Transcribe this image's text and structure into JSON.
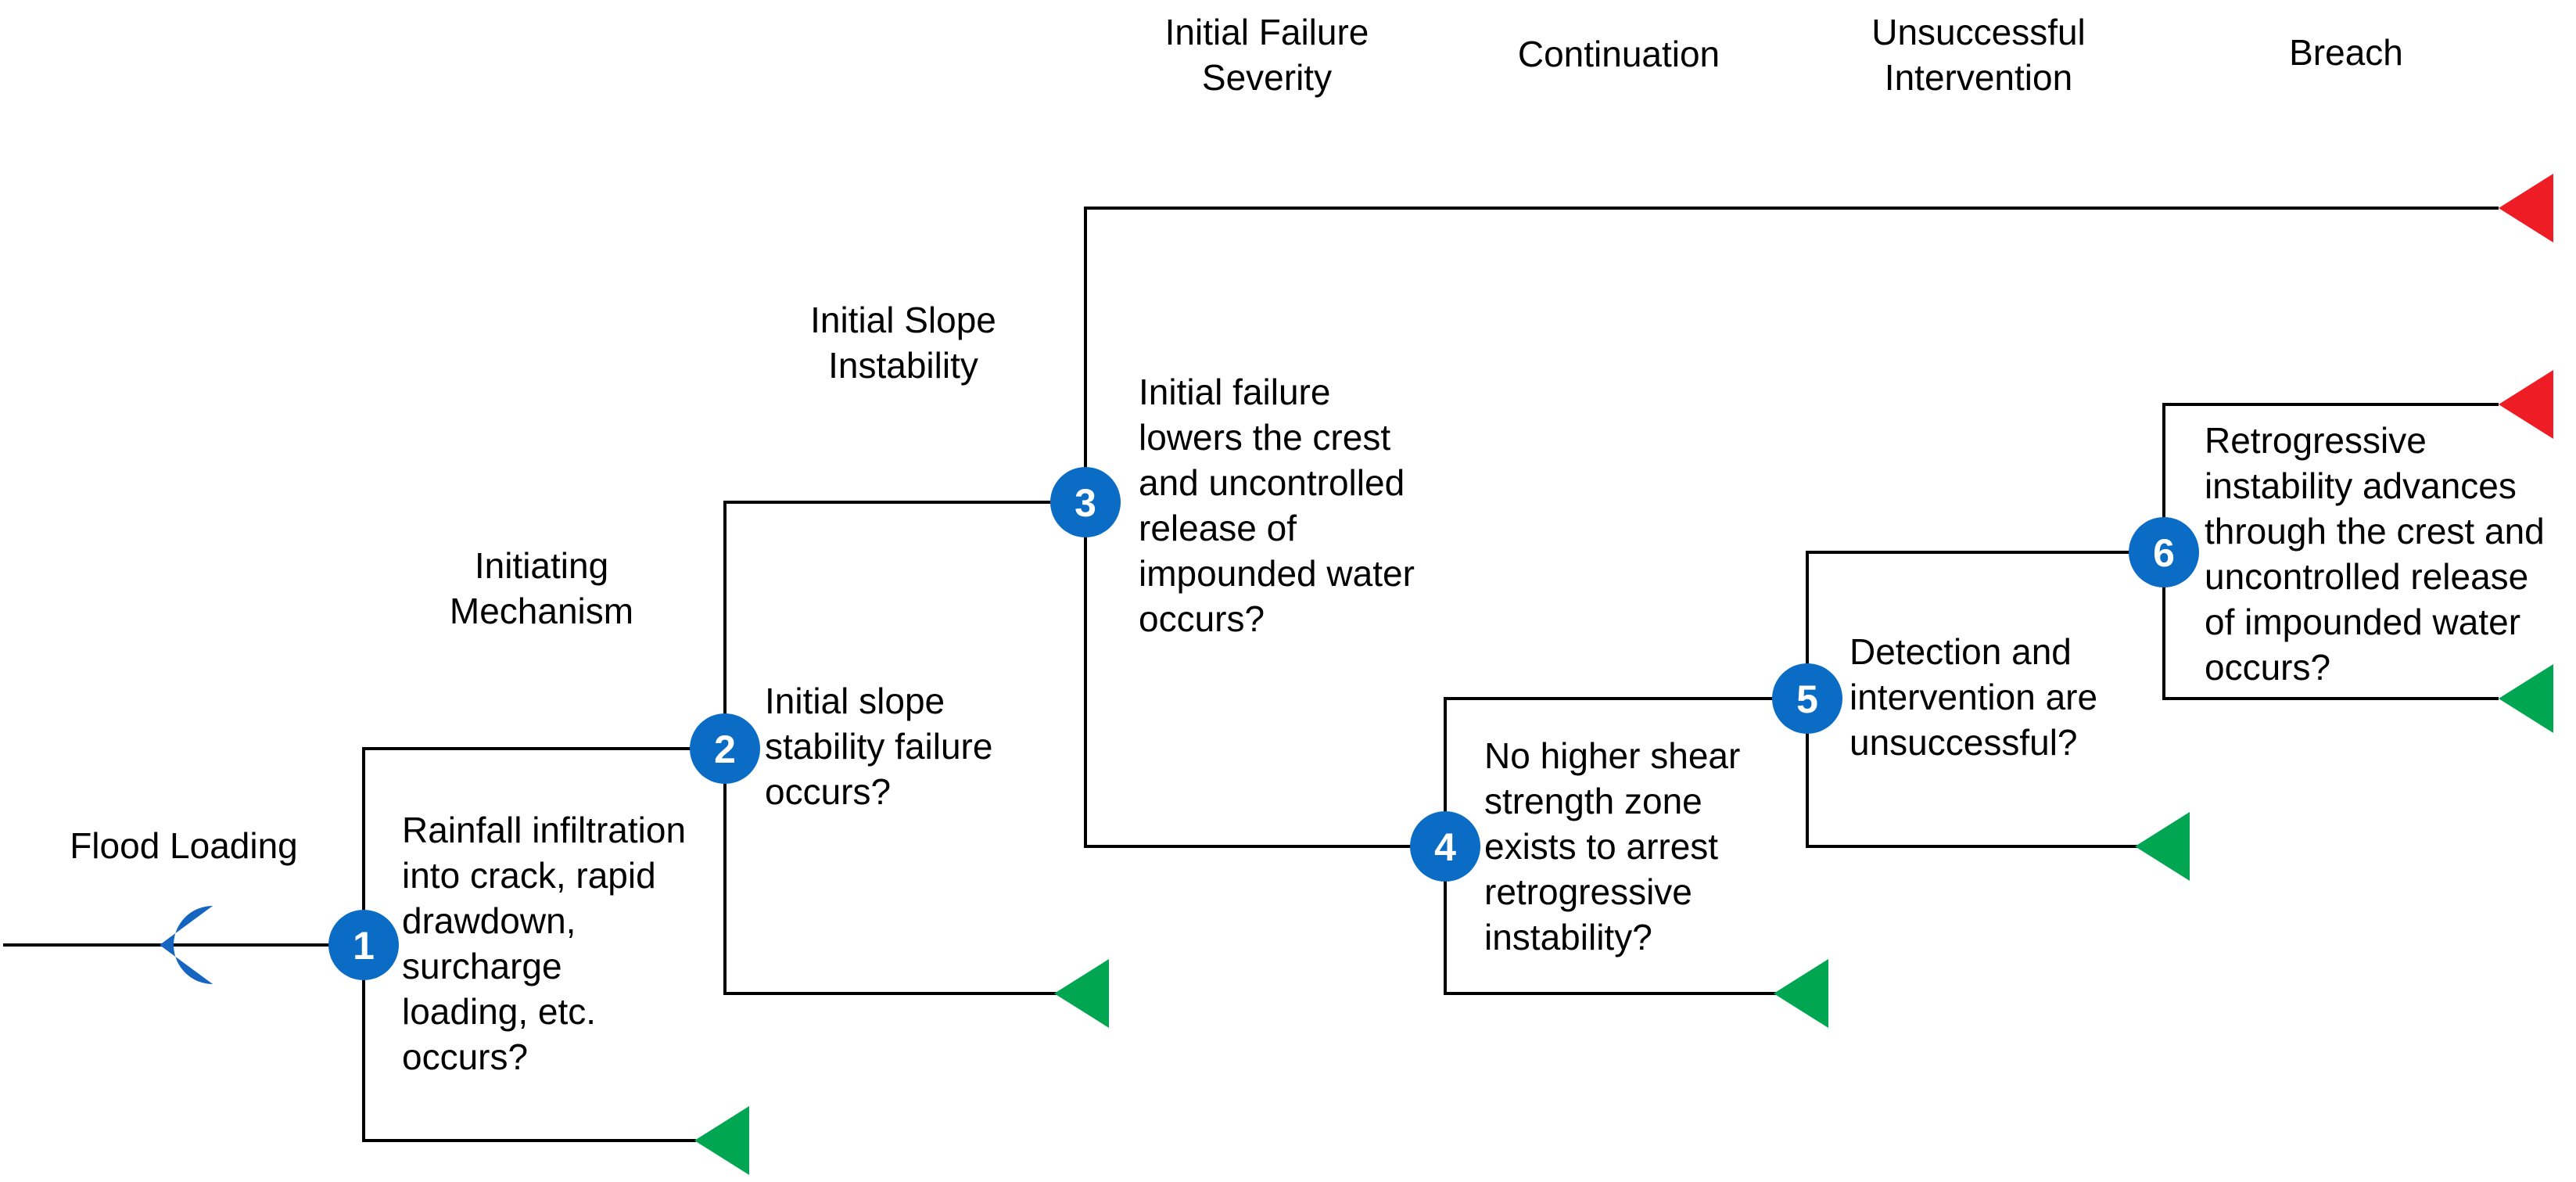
{
  "stages": [
    {
      "id": "flood",
      "text": "Flood Loading"
    },
    {
      "id": "initiating",
      "text": "Initiating\nMechanism"
    },
    {
      "id": "slope",
      "text": "Initial Slope\nInstability"
    },
    {
      "id": "severity",
      "text": "Initial Failure\nSeverity"
    },
    {
      "id": "continuation",
      "text": "Continuation"
    },
    {
      "id": "intervention",
      "text": "Unsuccessful\nIntervention"
    },
    {
      "id": "breach",
      "text": "Breach"
    }
  ],
  "nodes": [
    {
      "number": "1",
      "question": "Rainfall infiltration\ninto crack, rapid\ndrawdown,\nsurcharge\nloading, etc.\noccurs?"
    },
    {
      "number": "2",
      "question": "Initial slope\nstability failure\noccurs?"
    },
    {
      "number": "3",
      "question": "Initial failure\nlowers the crest\nand uncontrolled\nrelease of\nimpounded water\noccurs?"
    },
    {
      "number": "4",
      "question": "No higher shear\nstrength zone\nexists to arrest\nretrogressive\ninstability?"
    },
    {
      "number": "5",
      "question": "Detection and\nintervention are\nunsuccessful?"
    },
    {
      "number": "6",
      "question": "Retrogressive\ninstability advances\nthrough the crest and\nuncontrolled release\nof impounded water\noccurs?"
    }
  ],
  "colors": {
    "node": "#0A6CC4",
    "start_marker": "#1565C0",
    "breach_marker": "#EE1C25",
    "safe_marker": "#00A651",
    "line": "#000000"
  },
  "icons": {
    "start": "half-disc-start-icon",
    "breach": "red-triangle-breach-icon",
    "safe": "green-triangle-end-icon"
  }
}
